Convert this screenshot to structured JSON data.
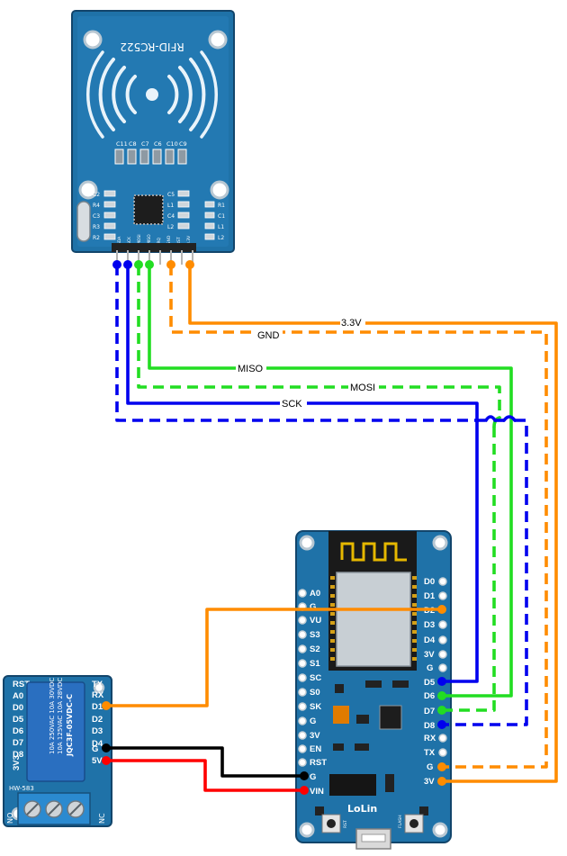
{
  "rfid": {
    "model": "RFID-RC522",
    "caps": [
      "C11",
      "C8",
      "C7",
      "C6",
      "C10",
      "C9"
    ],
    "smd_left": [
      "C2",
      "R4",
      "C3",
      "R3",
      "R2"
    ],
    "smd_right": [
      "C5",
      "L1",
      "C4",
      "L2"
    ],
    "smd_right_small": [
      "R1",
      "C1",
      "L1",
      "L2"
    ],
    "pin_labels": [
      "3.3V",
      "RST",
      "GND",
      "IRQ",
      "MISO",
      "MOSI",
      "SCK",
      "SDA"
    ]
  },
  "wires": {
    "v33": "3.3V",
    "gnd": "GND",
    "miso": "MISO",
    "mosi": "MOSI",
    "sck": "SCK"
  },
  "nodemcu": {
    "left_pins": [
      "A0",
      "G",
      "VU",
      "S3",
      "S2",
      "S1",
      "SC",
      "S0",
      "SK",
      "G",
      "3V",
      "EN",
      "RST",
      "G",
      "VIN"
    ],
    "right_pins": [
      "D0",
      "D1",
      "D2",
      "D3",
      "D4",
      "3V",
      "G",
      "D5",
      "D6",
      "D7",
      "D8",
      "RX",
      "TX",
      "G",
      "3V"
    ],
    "brand": "LoLin",
    "rst_label": "RST",
    "flash_label": "FLASH"
  },
  "relay": {
    "left_pins": [
      "RST",
      "A0",
      "D0",
      "D5",
      "D6",
      "D7",
      "D8",
      "3V3"
    ],
    "right_pins": [
      "TX",
      "RX",
      "D1",
      "D2",
      "D3",
      "D4",
      "G",
      "5V"
    ],
    "relay_text": [
      "10A 250VAC  10A 30VDC",
      "10A 125VAC  10A 28VDC",
      "JQC3F-05VDC-C"
    ],
    "module_name": "HW-583",
    "term_left": "NO",
    "term_right": "NC"
  },
  "colors": {
    "orange": "#ff8c00",
    "green": "#22dd22",
    "blue": "#0000ee",
    "black": "#000000",
    "red": "#ff0000",
    "pcb_blue": "#1f72a8",
    "pcb_dark": "#17507a"
  }
}
